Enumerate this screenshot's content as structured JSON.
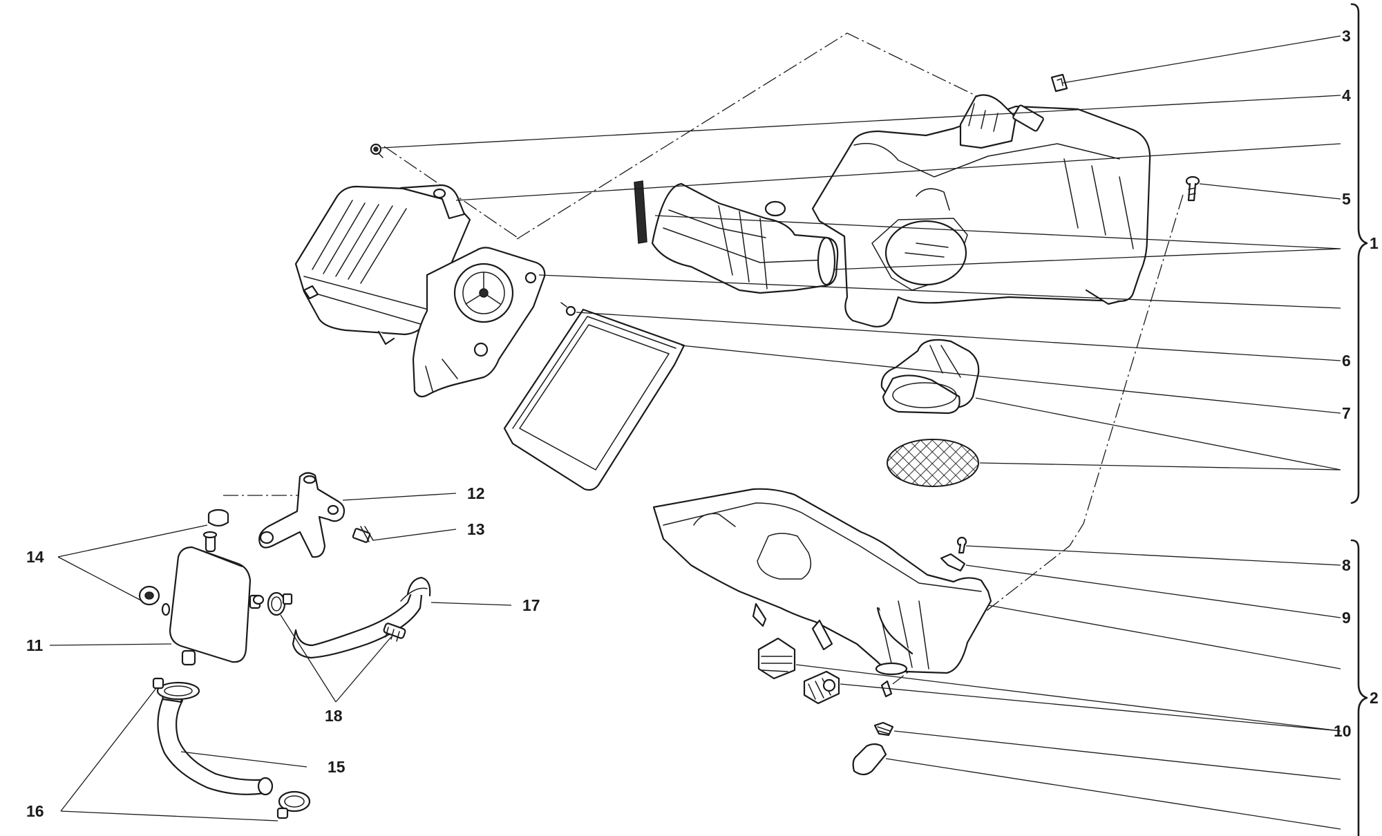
{
  "diagram": {
    "callouts": {
      "c1": "1",
      "c2": "2",
      "c3": "3",
      "c4": "4",
      "c5": "5",
      "c6": "6",
      "c7": "7",
      "c8": "8",
      "c9": "9",
      "c10": "10",
      "c11": "11",
      "c12": "12",
      "c13": "13",
      "c14": "14",
      "c15": "15",
      "c16": "16",
      "c17": "17",
      "c18": "18"
    },
    "colors": {
      "line": "#1a1a1a",
      "background": "#ffffff"
    }
  }
}
